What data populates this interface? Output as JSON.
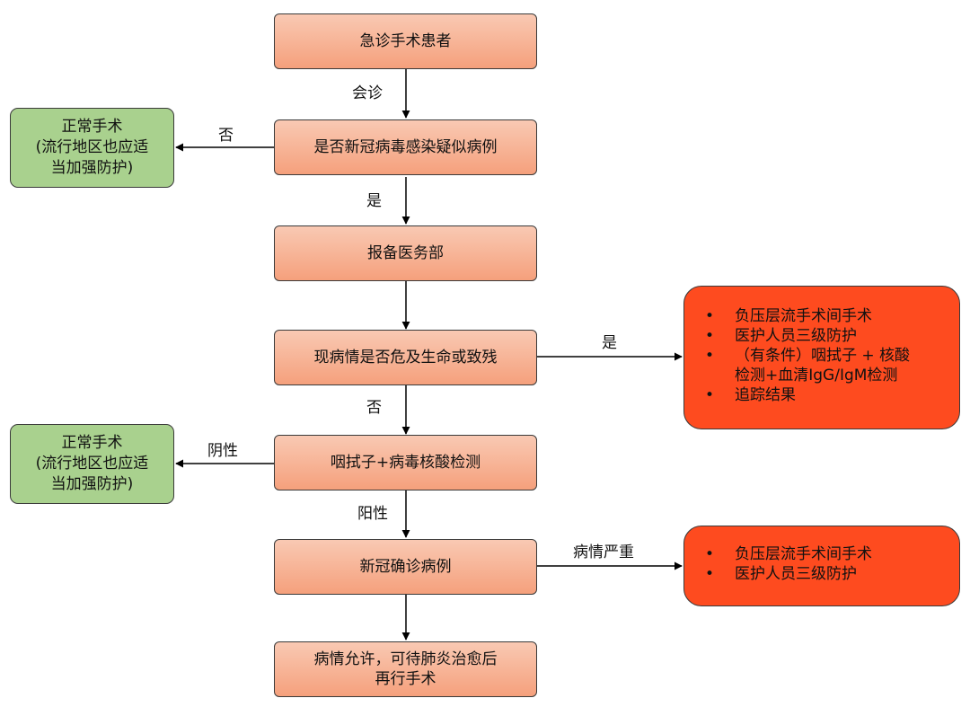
{
  "nodes": {
    "start": "急诊手术患者",
    "suspect": "是否新冠病毒感染疑似病例",
    "report": "报备医务部",
    "danger": "现病情是否危及生命或致残",
    "test": "咽拭子+病毒核酸检测",
    "confirmed": "新冠确诊病例",
    "wait_line1": "病情允许，可待肺炎治愈后",
    "wait_line2": "再行手术"
  },
  "side_boxes": {
    "normal_1": {
      "line1": "正常手术",
      "line2": "(流行地区也应适",
      "line3": "当加强防护)"
    },
    "normal_2": {
      "line1": "正常手术",
      "line2": "(流行地区也应适",
      "line3": "当加强防护)"
    }
  },
  "red_boxes": {
    "danger_actions": [
      "负压层流手术间手术",
      "医护人员三级防护",
      "（有条件）咽拭子 + 核酸",
      "检测+血清IgG/IgM检测",
      "追踪结果"
    ],
    "severe_actions": [
      "负压层流手术间手术",
      "医护人员三级防护"
    ]
  },
  "edge_labels": {
    "consult": "会诊",
    "suspect_no": "否",
    "suspect_yes": "是",
    "danger_yes": "是",
    "danger_no": "否",
    "test_negative": "阴性",
    "test_positive": "阳性",
    "severe": "病情严重"
  },
  "colors": {
    "main_fill_top": "#f9c9b3",
    "main_fill_bottom": "#f5a07c",
    "side_fill": "#a9d18e",
    "red_fill": "#fe4b1f"
  }
}
